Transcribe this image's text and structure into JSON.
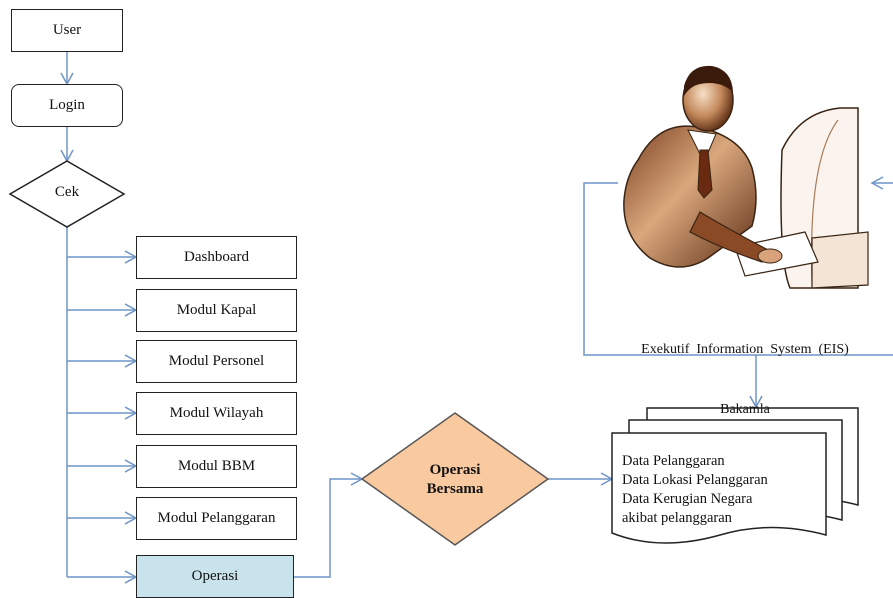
{
  "nodes": {
    "user": "User",
    "login": "Login",
    "cek": "Cek",
    "dashboard": "Dashboard",
    "modul_kapal": "Modul Kapal",
    "modul_personel": "Modul Personel",
    "modul_wilayah": "Modul Wilayah",
    "modul_bbm": "Modul BBM",
    "modul_pelanggaran": "Modul Pelanggaran",
    "operasi": "Operasi",
    "operasi_bersama_line1": "Operasi",
    "operasi_bersama_line2": "Bersama",
    "eis_line1": "Exekutif  Information  System  (EIS)",
    "eis_line2": "Bakamla"
  },
  "documents": {
    "lines": [
      "Data Pelanggaran",
      "Data Lokasi Pelanggaran",
      "Data Kerugian Negara",
      "akibat pelanggaran"
    ]
  },
  "icons": {
    "executive": "executive-at-computer-icon"
  },
  "colors": {
    "connector": "#6f95c8",
    "operasi_fill": "#c9e3ec",
    "diamond_fill": "#f9c9a0",
    "border": "#222222"
  }
}
